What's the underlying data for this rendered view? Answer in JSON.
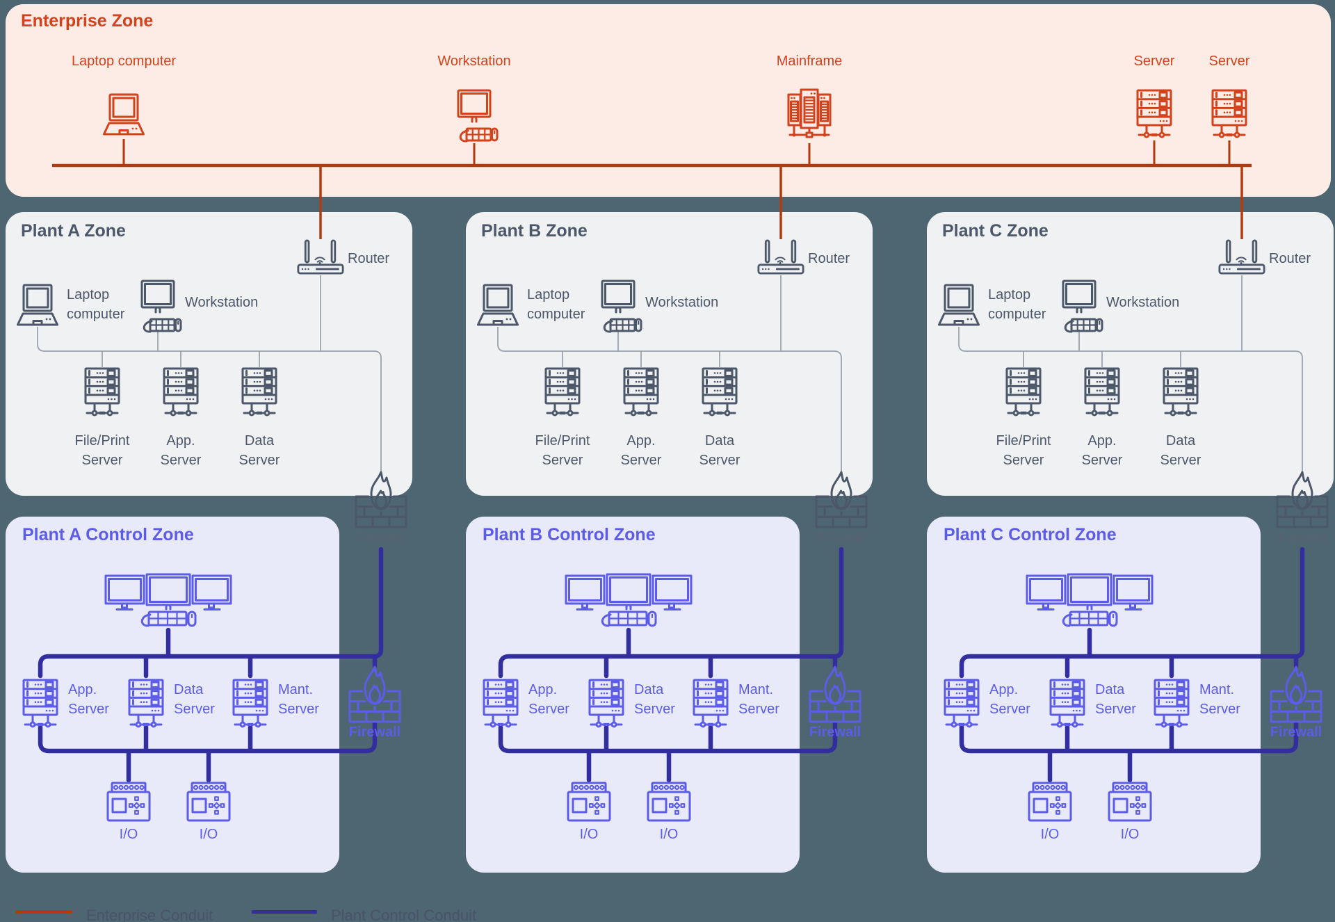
{
  "colors": {
    "background": "#4d6671",
    "enterprise_bg": "#fcece5",
    "enterprise_accent": "#d2421d",
    "enterprise_conduit": "#b23a10",
    "plant_zone_bg": "#f0f1f3",
    "slate": "#4c586a",
    "wire": "#99a2ae",
    "control_zone_bg": "#e8eafa",
    "violet": "#5c5ce8",
    "plant_conduit": "#322e9d",
    "firewall_gray": "#59626f",
    "legend_text": "#49536b"
  },
  "enterprise_zone": {
    "title": "Enterprise Zone",
    "nodes": [
      {
        "label": "Laptop computer",
        "icon": "laptop-icon"
      },
      {
        "label": "Workstation",
        "icon": "workstation-icon"
      },
      {
        "label": "Mainframe",
        "icon": "mainframe-icon"
      },
      {
        "label": "Server",
        "icon": "server-icon"
      },
      {
        "label": "Server",
        "icon": "server-icon"
      }
    ]
  },
  "plant_zones": [
    {
      "title": "Plant A Zone",
      "router_label": "Router",
      "laptop_line1": "Laptop",
      "laptop_line2": "computer",
      "workstation_label": "Workstation",
      "servers": [
        {
          "line1": "File/Print",
          "line2": "Server"
        },
        {
          "line1": "App.",
          "line2": "Server"
        },
        {
          "line1": "Data",
          "line2": "Server"
        }
      ],
      "firewall_label": "Firewall"
    },
    {
      "title": "Plant B Zone",
      "router_label": "Router",
      "laptop_line1": "Laptop",
      "laptop_line2": "computer",
      "workstation_label": "Workstation",
      "servers": [
        {
          "line1": "File/Print",
          "line2": "Server"
        },
        {
          "line1": "App.",
          "line2": "Server"
        },
        {
          "line1": "Data",
          "line2": "Server"
        }
      ],
      "firewall_label": "Firewall"
    },
    {
      "title": "Plant C Zone",
      "router_label": "Router",
      "laptop_line1": "Laptop",
      "laptop_line2": "computer",
      "workstation_label": "Workstation",
      "servers": [
        {
          "line1": "File/Print",
          "line2": "Server"
        },
        {
          "line1": "App.",
          "line2": "Server"
        },
        {
          "line1": "Data",
          "line2": "Server"
        }
      ],
      "firewall_label": "Firewall"
    }
  ],
  "control_zones": [
    {
      "title": "Plant A Control Zone",
      "servers": [
        {
          "line1": "App.",
          "line2": "Server"
        },
        {
          "line1": "Data",
          "line2": "Server"
        },
        {
          "line1": "Mant.",
          "line2": "Server"
        }
      ],
      "io_units": [
        "I/O",
        "I/O"
      ],
      "firewall_label": "Firewall"
    },
    {
      "title": "Plant B Control Zone",
      "servers": [
        {
          "line1": "App.",
          "line2": "Server"
        },
        {
          "line1": "Data",
          "line2": "Server"
        },
        {
          "line1": "Mant.",
          "line2": "Server"
        }
      ],
      "io_units": [
        "I/O",
        "I/O"
      ],
      "firewall_label": "Firewall"
    },
    {
      "title": "Plant C Control Zone",
      "servers": [
        {
          "line1": "App.",
          "line2": "Server"
        },
        {
          "line1": "Data",
          "line2": "Server"
        },
        {
          "line1": "Mant.",
          "line2": "Server"
        }
      ],
      "io_units": [
        "I/O",
        "I/O"
      ],
      "firewall_label": "Firewall"
    }
  ],
  "legend": {
    "enterprise": "Enterprise Conduit",
    "plant_control": "Plant Control Conduit"
  }
}
